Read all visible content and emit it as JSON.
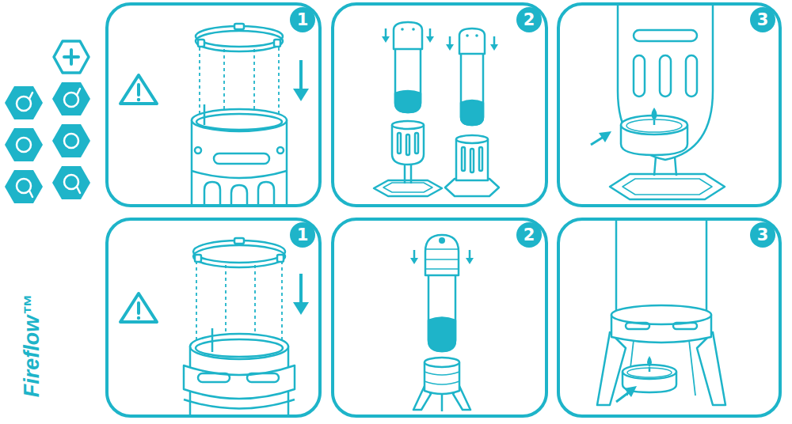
{
  "diagram": {
    "nodes": [
      {
        "text": [
          "1"
        ]
      },
      {
        "text": [
          "2"
        ]
      },
      {
        "text": [
          "3"
        ]
      },
      {
        "text": [
          "1"
        ]
      },
      {
        "text": [
          "2"
        ]
      },
      {
        "text": [
          "3"
        ]
      }
    ],
    "labels": [
      "Fireflow™"
    ]
  }
}
